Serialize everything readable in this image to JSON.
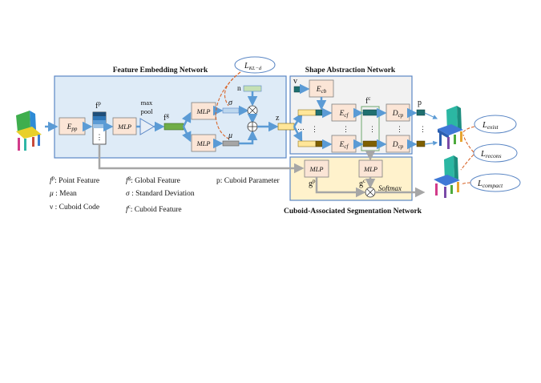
{
  "regions": {
    "feature_embedding": "Feature Embedding Network",
    "shape_abstraction": "Shape Abstraction Network",
    "segmentation": "Cuboid-Associated Segmentation Network"
  },
  "modules": {
    "e_pp": {
      "base": "E",
      "sub": "pp"
    },
    "mlp": "MLP",
    "max_pool_line1": "max",
    "max_pool_line2": "pool",
    "e_cb": {
      "base": "E",
      "sub": "cb"
    },
    "e_cf": {
      "base": "E",
      "sub": "cf"
    },
    "d_cp": {
      "base": "D",
      "sub": "cp"
    },
    "softmax": "Softmax",
    "ellipsis": "⋮"
  },
  "symbols": {
    "fp": {
      "base": "f",
      "sup": "p"
    },
    "fg": {
      "base": "f",
      "sup": "g"
    },
    "fc": {
      "base": "f",
      "sup": "c"
    },
    "gp": {
      "base": "g",
      "sup": "p"
    },
    "gc": {
      "base": "g",
      "sup": "c"
    },
    "sigma": "σ",
    "mu": "μ",
    "n": "n",
    "z": "z",
    "v": "v",
    "p": "p",
    "dots": "…"
  },
  "losses": {
    "kl": {
      "base": "L",
      "sub": "KL−d"
    },
    "exist": {
      "base": "L",
      "sub": "exist"
    },
    "recons": {
      "base": "L",
      "sub": "recons"
    },
    "compact": {
      "base": "L",
      "sub": "compact"
    }
  },
  "legend": {
    "fp_sym": {
      "base": "f",
      "sup": "p"
    },
    "fp_desc": ": Point Feature",
    "mu_sym": "μ",
    "mu_desc": " : Mean",
    "v_sym": "ν",
    "v_desc": " : Cuboid Code",
    "fg_sym": {
      "base": "f",
      "sup": "g"
    },
    "fg_desc": ": Global Feature",
    "sigma_sym": "σ",
    "sigma_desc": " : Standard Deviation",
    "fc_sym": {
      "base": "f",
      "sup": "c"
    },
    "fc_desc": ": Cuboid Feature",
    "p_desc": "p: Cuboid Parameter"
  },
  "colors": {
    "feature_panel_fill": "#deebf7",
    "feature_panel_border": "#5b87c5",
    "shape_panel_fill": "#f2f2f2",
    "seg_panel_fill": "#fff2cc",
    "module_fill": "#fbe5d6",
    "module_border": "#7f7f7f",
    "flow_arrow": "#5b9bd5",
    "gray_arrow": "#a6a6a6",
    "fg_bar": "#70ad47",
    "z_bar": "#ffe699",
    "loss_link": "#d9662b",
    "teal_block": "#1f6f6f",
    "brown_block": "#7f6000"
  }
}
